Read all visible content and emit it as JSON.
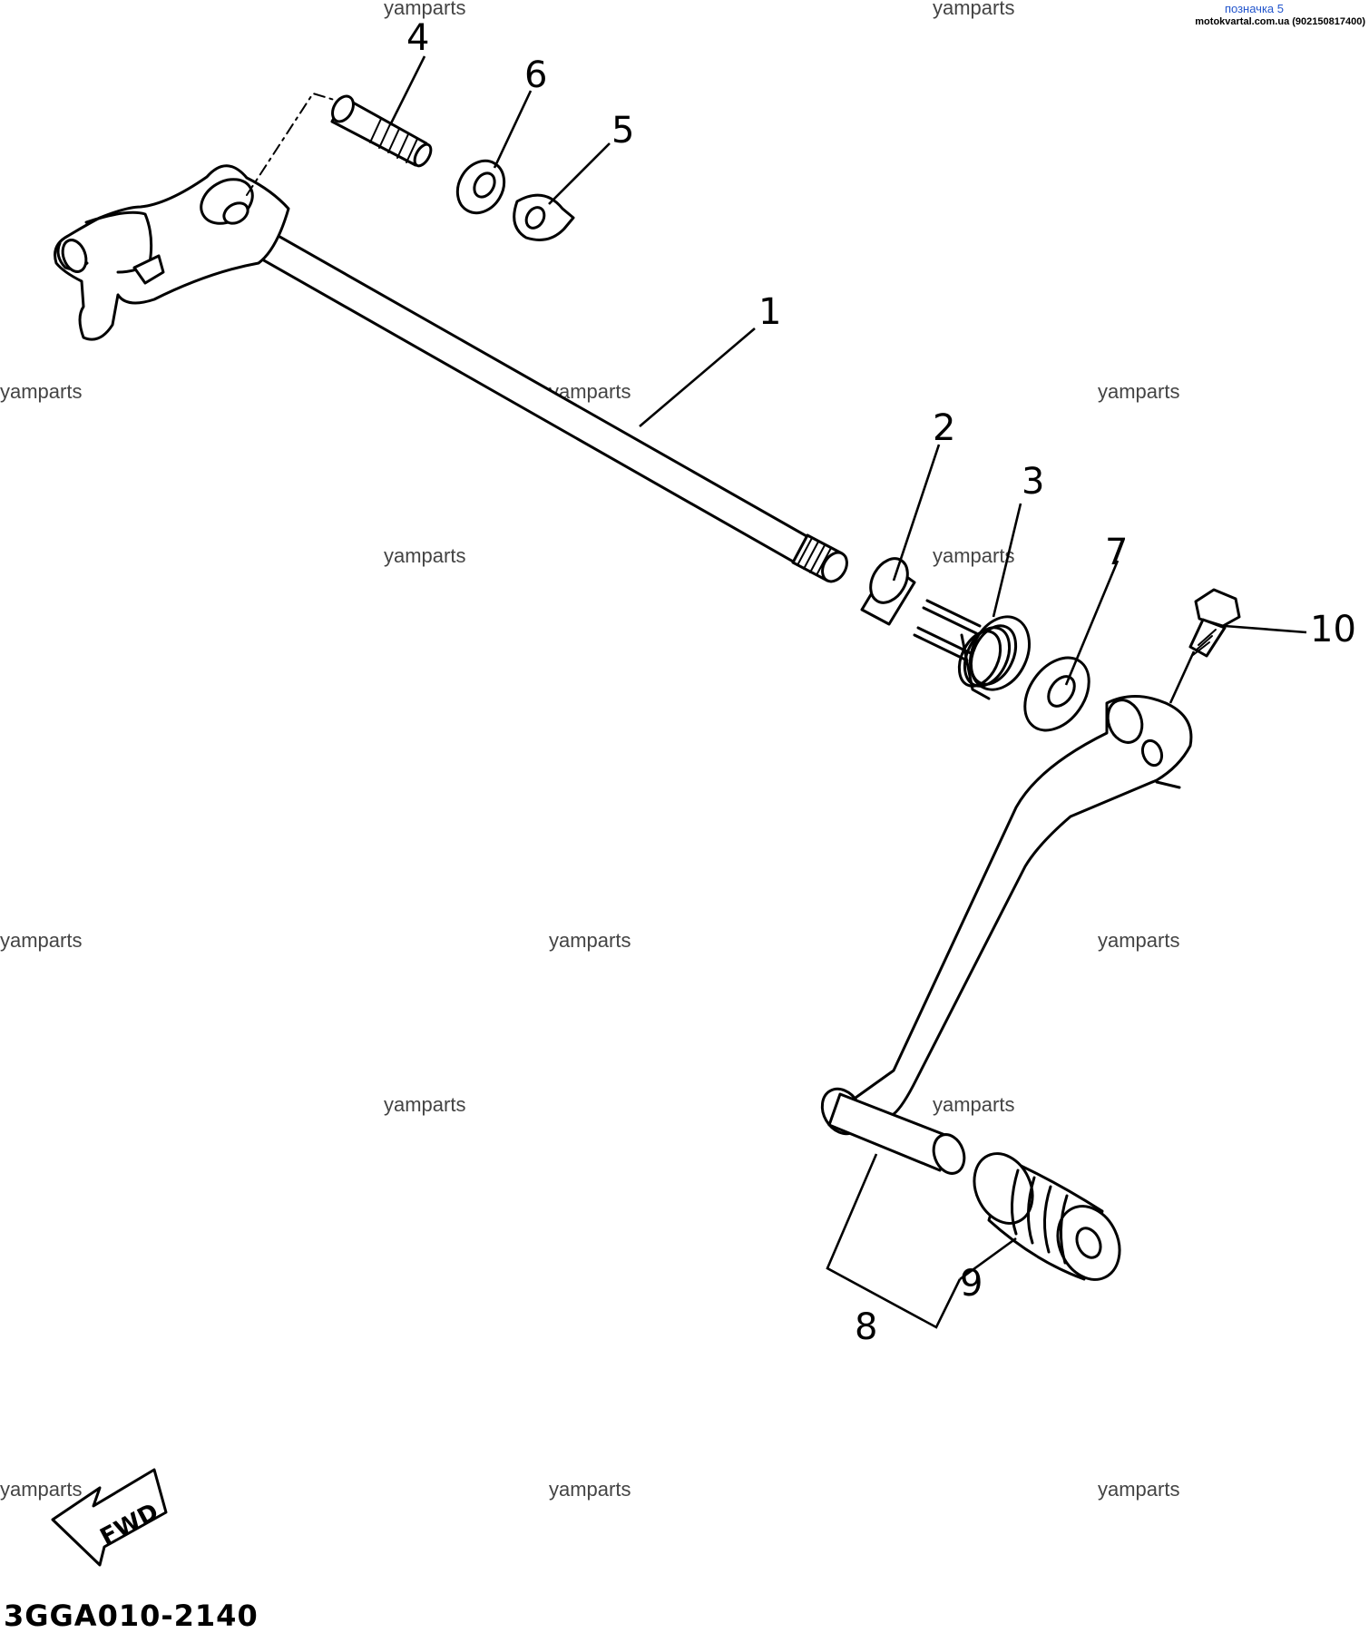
{
  "header": {
    "tag": "позначка 5",
    "site": "motokvartal.com.ua (902150817400)"
  },
  "watermark": "yamparts",
  "parts": {
    "p1": "1",
    "p2": "2",
    "p3": "3",
    "p4": "4",
    "p5": "5",
    "p6": "6",
    "p7": "7",
    "p8": "8",
    "p9": "9",
    "p10": "10"
  },
  "fwd_label": "FWD",
  "diagram_code": "3GGA010-2140"
}
